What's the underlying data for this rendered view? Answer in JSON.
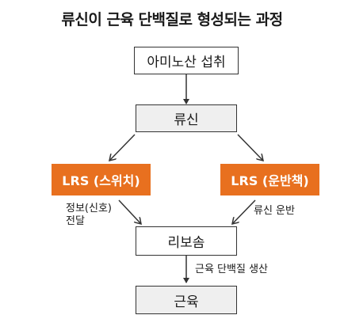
{
  "title": "류신이 근육 단백질로 형성되는 과정",
  "nodes": {
    "amino": "아미노산 섭취",
    "leucine": "류신",
    "lrs_switch": "LRS (스위치)",
    "lrs_carrier": "LRS (운반책)",
    "ribosome": "리보솜",
    "muscle": "근육"
  },
  "edge_labels": {
    "signal_line1": "정보(신호)",
    "signal_line2": "전달",
    "leucine_transport": "류신 운반",
    "protein_synthesis": "근육 단백질 생산"
  },
  "colors": {
    "accent": "#e8701f",
    "box_fill": "#efefef",
    "line": "#333333"
  }
}
